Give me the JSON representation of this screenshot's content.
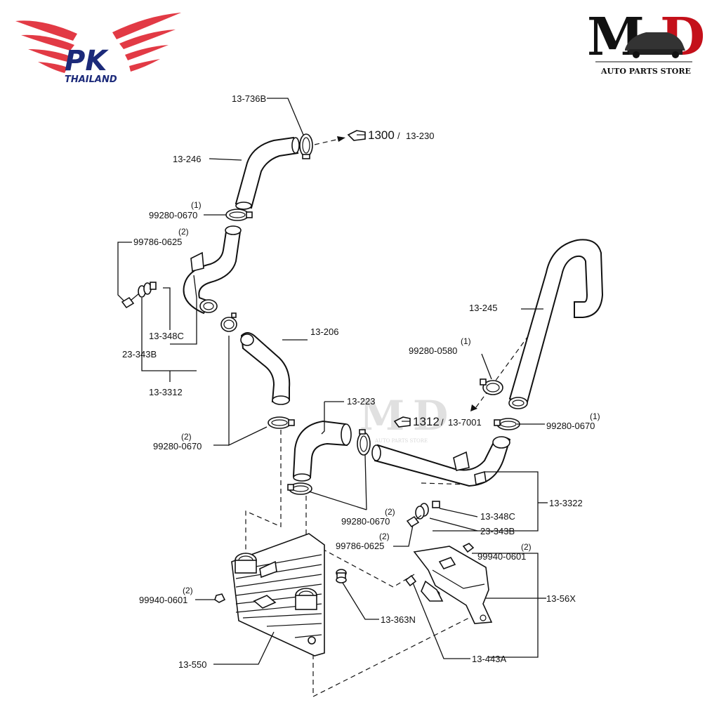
{
  "brand_left": {
    "name": "PK",
    "sub": "THAILAND",
    "wing_color": "#e23a45",
    "text_color": "#1c2a7a"
  },
  "brand_right": {
    "letter_m": "M",
    "letter_d": "D",
    "sub": "AUTO PARTS STORE",
    "accent": "#c4101a"
  },
  "watermark": {
    "letter_m": "M",
    "letter_d": "D",
    "sub": "AUTO PARTS STORE"
  },
  "references": {
    "top": {
      "icon": "pointing-hand-icon",
      "main": "1300",
      "sep": "/",
      "sub": "13-230"
    },
    "middle": {
      "icon": "pointing-hand-icon",
      "main": "1312",
      "sep": "/",
      "sub": "13-7001"
    }
  },
  "labels": {
    "p13_736B": "13-736B",
    "p13_246": "13-246",
    "p99280_0670_a": "99280-0670",
    "p99280_0670_a_qty": "(1)",
    "p99786_0625_a": "99786-0625",
    "p99786_0625_a_qty": "(2)",
    "p13_348C_a": "13-348C",
    "p23_343B_a": "23-343B",
    "p13_3312": "13-3312",
    "p13_206": "13-206",
    "p99280_0670_b": "99280-0670",
    "p99280_0670_b_qty": "(2)",
    "p13_245": "13-245",
    "p99280_0580": "99280-0580",
    "p99280_0580_qty": "(1)",
    "p13_223": "13-223",
    "p99280_0670_c": "99280-0670",
    "p99280_0670_c_qty": "(1)",
    "p13_3322": "13-3322",
    "p13_348C_b": "13-348C",
    "p23_343B_b": "23-343B",
    "p99280_0670_d": "99280-0670",
    "p99280_0670_d_qty": "(2)",
    "p99786_0625_b": "99786-0625",
    "p99786_0625_b_qty": "(2)",
    "p99940_0601_a": "99940-0601",
    "p99940_0601_a_qty": "(2)",
    "p13_56X": "13-56X",
    "p99940_0601_b": "99940-0601",
    "p99940_0601_b_qty": "(2)",
    "p13_363N": "13-363N",
    "p13_550": "13-550",
    "p13_443A": "13-443A"
  }
}
